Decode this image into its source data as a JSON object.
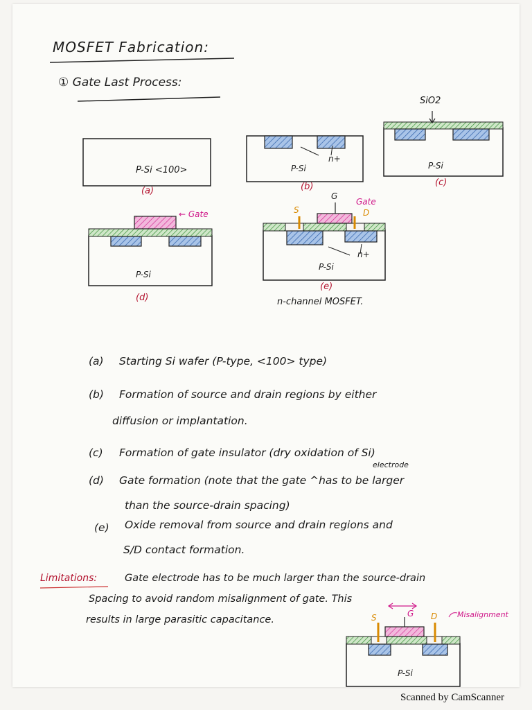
{
  "page": {
    "title": "MOSFET Fabrication:",
    "section": "① Gate Last Process:"
  },
  "figures": {
    "a": {
      "substrate": "P-Si <100>",
      "caption": "(a)"
    },
    "b": {
      "substrate": "P-Si",
      "doping": "n+",
      "caption": "(b)"
    },
    "c": {
      "substrate": "P-Si",
      "oxide": "SiO2",
      "caption": "(c)"
    },
    "d": {
      "substrate": "P-Si",
      "gate": "← Gate",
      "caption": "(d)"
    },
    "e": {
      "substrate": "P-Si",
      "doping": "n+",
      "s": "S",
      "g": "G",
      "gate": "Gate",
      "d": "D",
      "caption": "(e)"
    },
    "device_name": "n-channel MOSFET."
  },
  "steps": [
    {
      "label": "(a)",
      "text": "Starting Si wafer (P-type, <100> type)"
    },
    {
      "label": "(b)",
      "text": "Formation of source and drain regions by either",
      "cont": "diffusion or implantation."
    },
    {
      "label": "(c)",
      "text": "Formation of gate insulator (dry oxidation of Si)"
    },
    {
      "label": "(d)",
      "text": "Gate formation (note that the gate ^has to be larger",
      "insert": "electrode",
      "cont": "than the source-drain spacing)"
    },
    {
      "label": "(e)",
      "text": "Oxide removal from source and drain regions and",
      "cont": "S/D contact formation."
    }
  ],
  "limitations": {
    "label": "Limitations:",
    "lines": [
      "Gate electrode has to be much larger than the source-drain",
      "Spacing to avoid random misalignment of gate. This",
      "results in large parasitic capacitance."
    ],
    "figure": {
      "s": "S",
      "g": "G",
      "d": "D",
      "misalignment": "Misalignment",
      "substrate": "P-Si"
    }
  },
  "footer": {
    "scanner": "Scanned by CamScanner"
  },
  "colors": {
    "ink": "#1a1a1a",
    "gate": "#d0198a",
    "contact": "#d98a00",
    "oxide": "#2f8a2f",
    "doping": "#2d5fa8",
    "caption": "#b3122e"
  }
}
